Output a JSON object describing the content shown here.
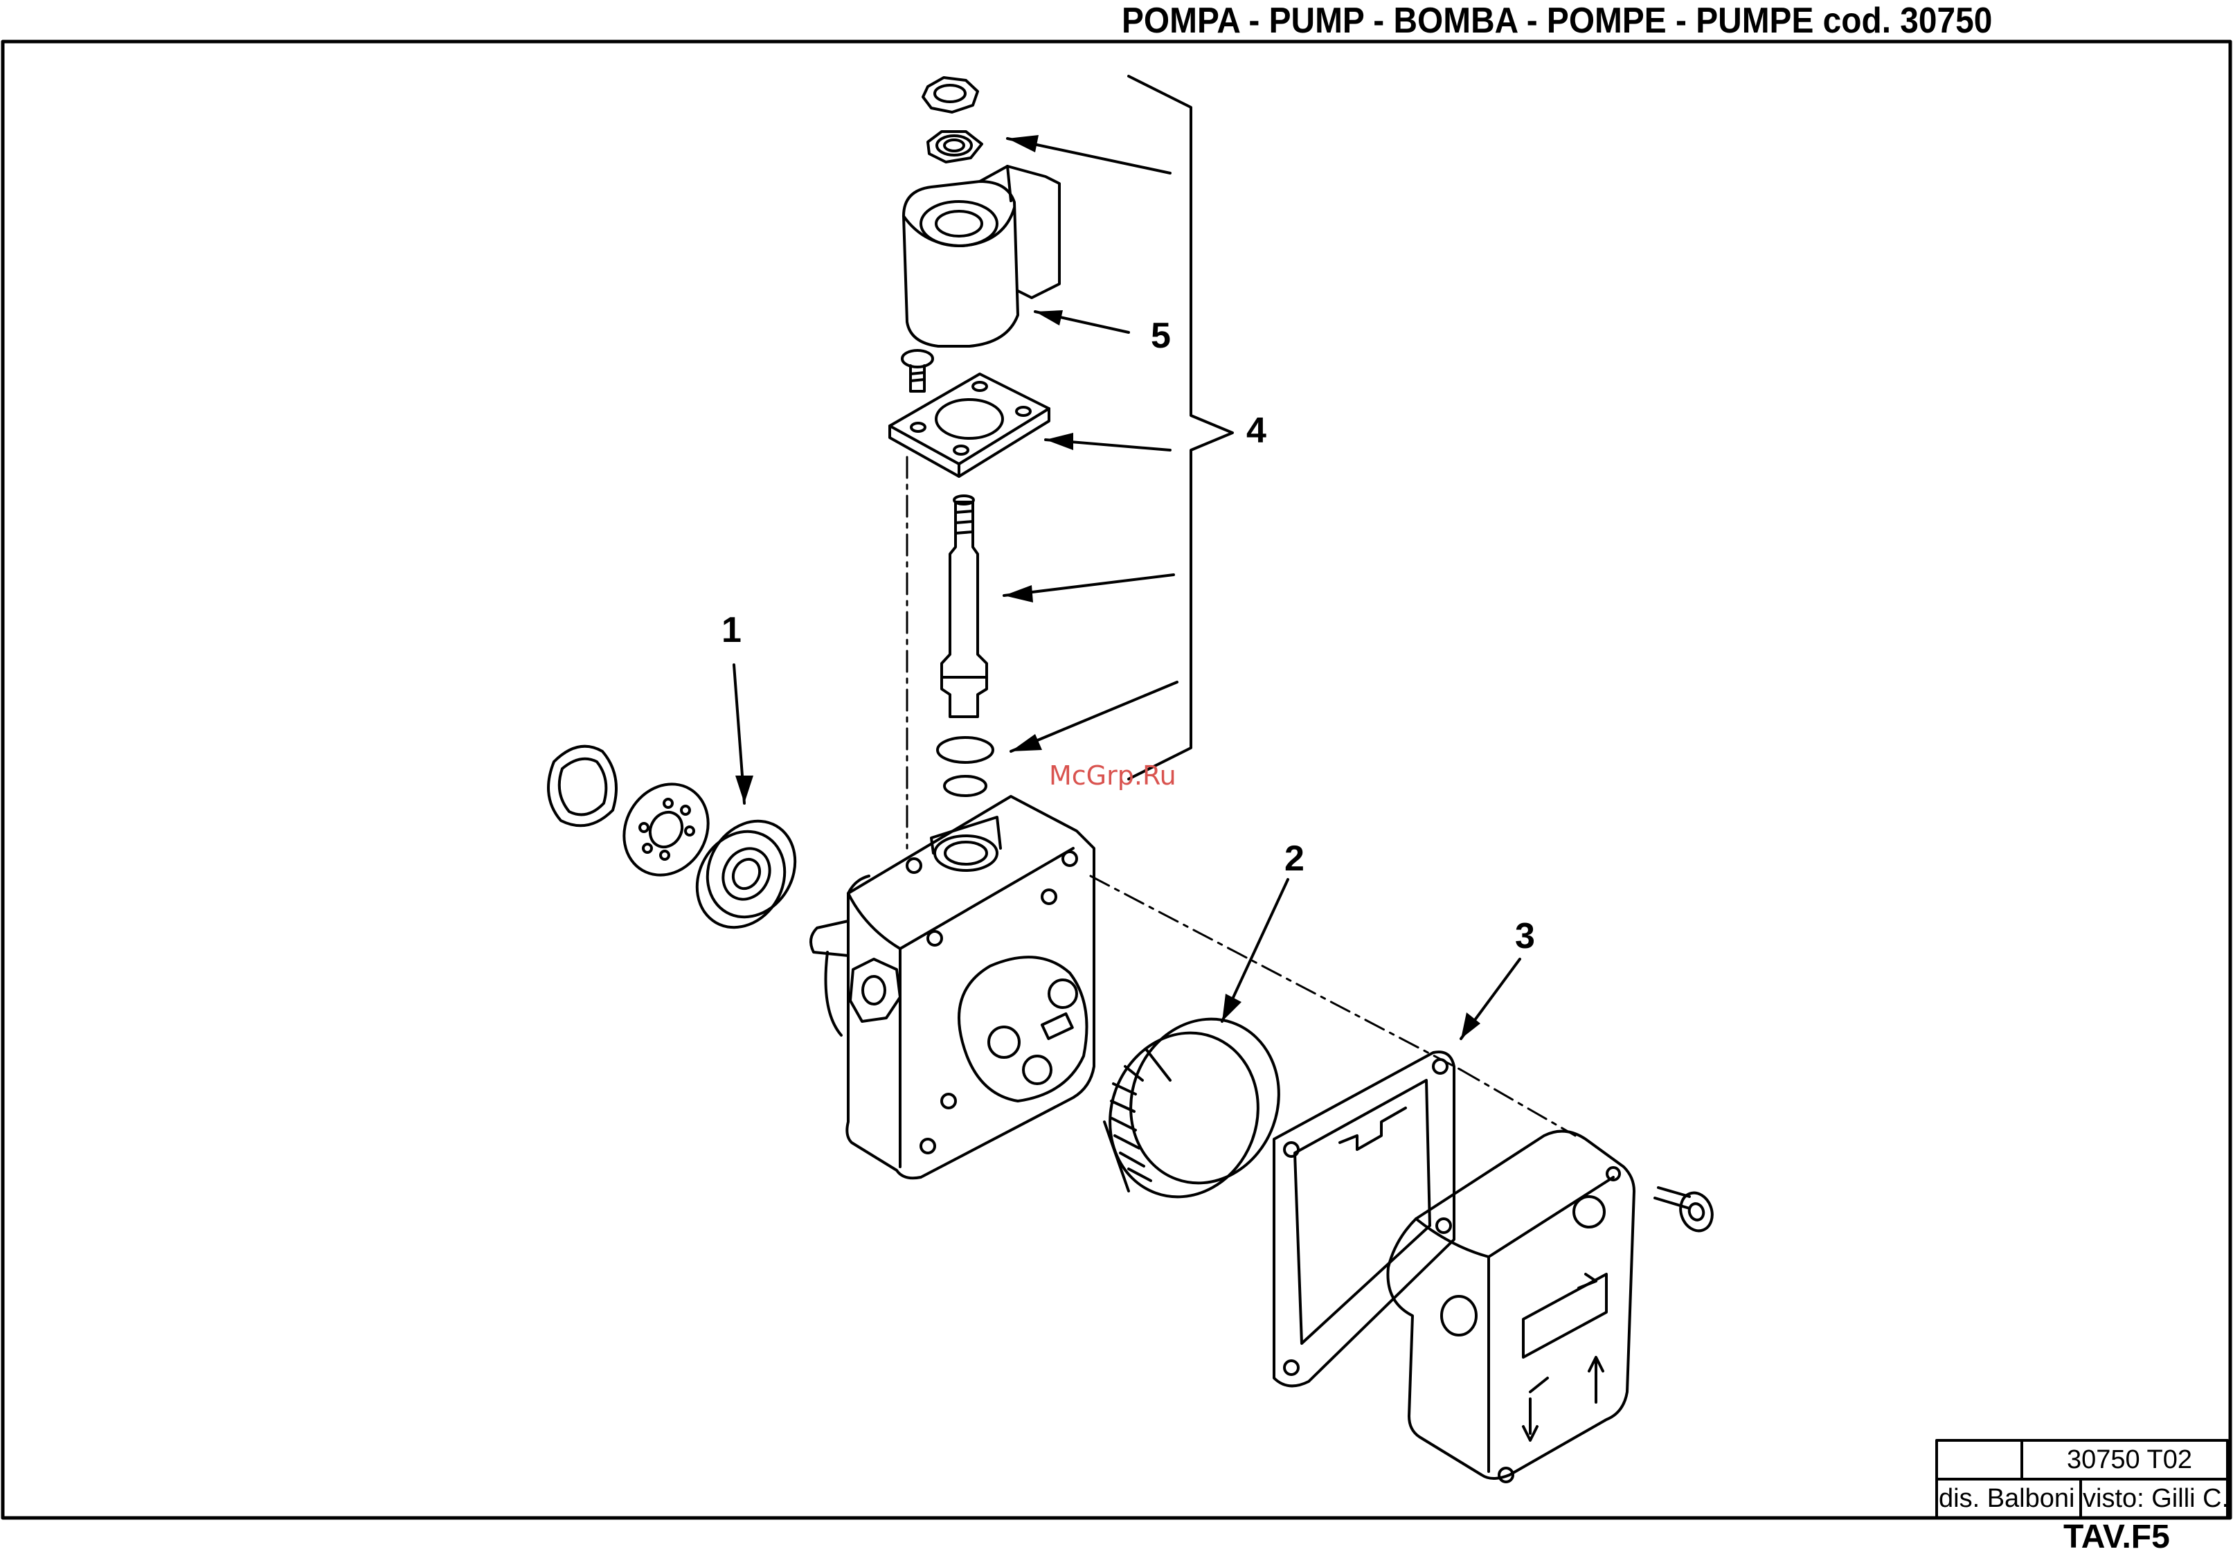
{
  "header": {
    "title": "POMPA - PUMP - BOMBA - POMPE - PUMPE  cod. 30750"
  },
  "callouts": [
    "1",
    "2",
    "3",
    "4",
    "5"
  ],
  "watermark": "McGrp.Ru",
  "title_block": {
    "drawing_code": "30750 T02",
    "drawn_by": "dis. Balboni",
    "checked_by": "visto: Gilli C."
  },
  "sheet_id": "TAV.F5"
}
